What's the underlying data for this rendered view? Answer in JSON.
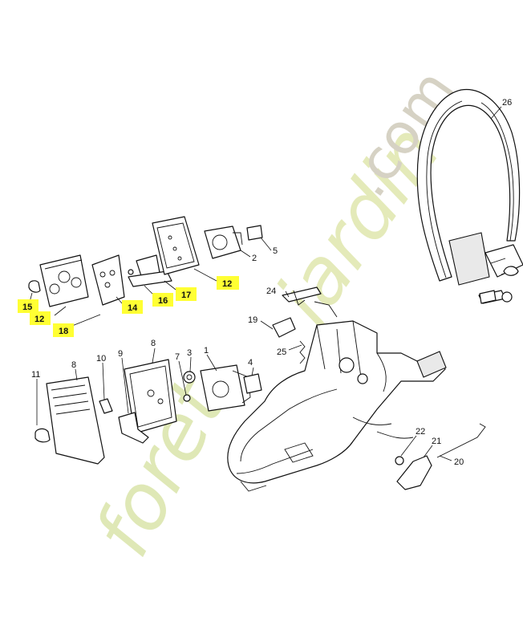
{
  "watermark": {
    "main": "foret",
    "part2": "jardin",
    "suffix": ".com"
  },
  "callouts": [
    {
      "id": "c1",
      "text": "1",
      "hl": false
    },
    {
      "id": "c2",
      "text": "2",
      "hl": false
    },
    {
      "id": "c3",
      "text": "3",
      "hl": false
    },
    {
      "id": "c4",
      "text": "4",
      "hl": false
    },
    {
      "id": "c5",
      "text": "5",
      "hl": false
    },
    {
      "id": "c7",
      "text": "7",
      "hl": false
    },
    {
      "id": "c8a",
      "text": "8",
      "hl": false
    },
    {
      "id": "c8b",
      "text": "8",
      "hl": false
    },
    {
      "id": "c9",
      "text": "9",
      "hl": false
    },
    {
      "id": "c10",
      "text": "10",
      "hl": false
    },
    {
      "id": "c11",
      "text": "11",
      "hl": false
    },
    {
      "id": "c12a",
      "text": "12",
      "hl": true
    },
    {
      "id": "c12b",
      "text": "12",
      "hl": true
    },
    {
      "id": "c14",
      "text": "14",
      "hl": true
    },
    {
      "id": "c15",
      "text": "15",
      "hl": true
    },
    {
      "id": "c16",
      "text": "16",
      "hl": true
    },
    {
      "id": "c17",
      "text": "17",
      "hl": true
    },
    {
      "id": "c18",
      "text": "18",
      "hl": true
    },
    {
      "id": "c19",
      "text": "19",
      "hl": false
    },
    {
      "id": "c20",
      "text": "20",
      "hl": false
    },
    {
      "id": "c21",
      "text": "21",
      "hl": false
    },
    {
      "id": "c22",
      "text": "22",
      "hl": false
    },
    {
      "id": "c24",
      "text": "24",
      "hl": false
    },
    {
      "id": "c25",
      "text": "25",
      "hl": false
    },
    {
      "id": "c26",
      "text": "26",
      "hl": false
    }
  ],
  "colors": {
    "highlight": "#ffff33",
    "watermark_green": "#dfe8b6",
    "watermark_gray": "#d6d2c4",
    "line": "#111111"
  }
}
